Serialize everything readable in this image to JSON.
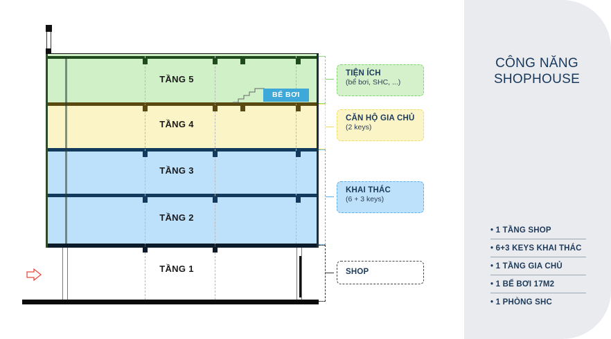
{
  "diagram": {
    "floors": [
      {
        "id": "f5",
        "label": "TẦNG 5",
        "fill": "#d0f0c8"
      },
      {
        "id": "f4",
        "label": "TẦNG 4",
        "fill": "#fbf4c6"
      },
      {
        "id": "f3",
        "label": "TẦNG 3",
        "fill": "#bde0fb"
      },
      {
        "id": "f2",
        "label": "TẦNG 2",
        "fill": "#bde0fb"
      },
      {
        "id": "f1",
        "label": "TẦNG 1",
        "fill": "#ffffff"
      }
    ],
    "pool_label": "BỂ BƠI",
    "entrance_arrow": "arrow-right-outline-icon"
  },
  "callouts": [
    {
      "title": "TIỆN ÍCH",
      "subtitle": "(bể bơi, SHC, ...)",
      "color": "#7ed56a",
      "fill": "#d4f1cb"
    },
    {
      "title": "CĂN HỘ GIA CHỦ",
      "subtitle": "(2 keys)",
      "color": "#f0dc5a",
      "fill": "#fbf4c6"
    },
    {
      "title": "KHAI THÁC",
      "subtitle": "(6 + 3 keys)",
      "color": "#5aaef0",
      "fill": "#bde0fb"
    },
    {
      "title": "SHOP",
      "subtitle": "",
      "color": "#333333",
      "fill": "#ffffff"
    }
  ],
  "panel": {
    "title_line1": "CÔNG NĂNG",
    "title_line2": "SHOPHOUSE",
    "features": [
      "• 1 TẦNG SHOP",
      "• 6+3 KEYS KHAI THÁC",
      "• 1 TẦNG GIA CHỦ",
      "• 1 BỂ BƠI 17M2",
      "• 1 PHÒNG SHC"
    ]
  }
}
